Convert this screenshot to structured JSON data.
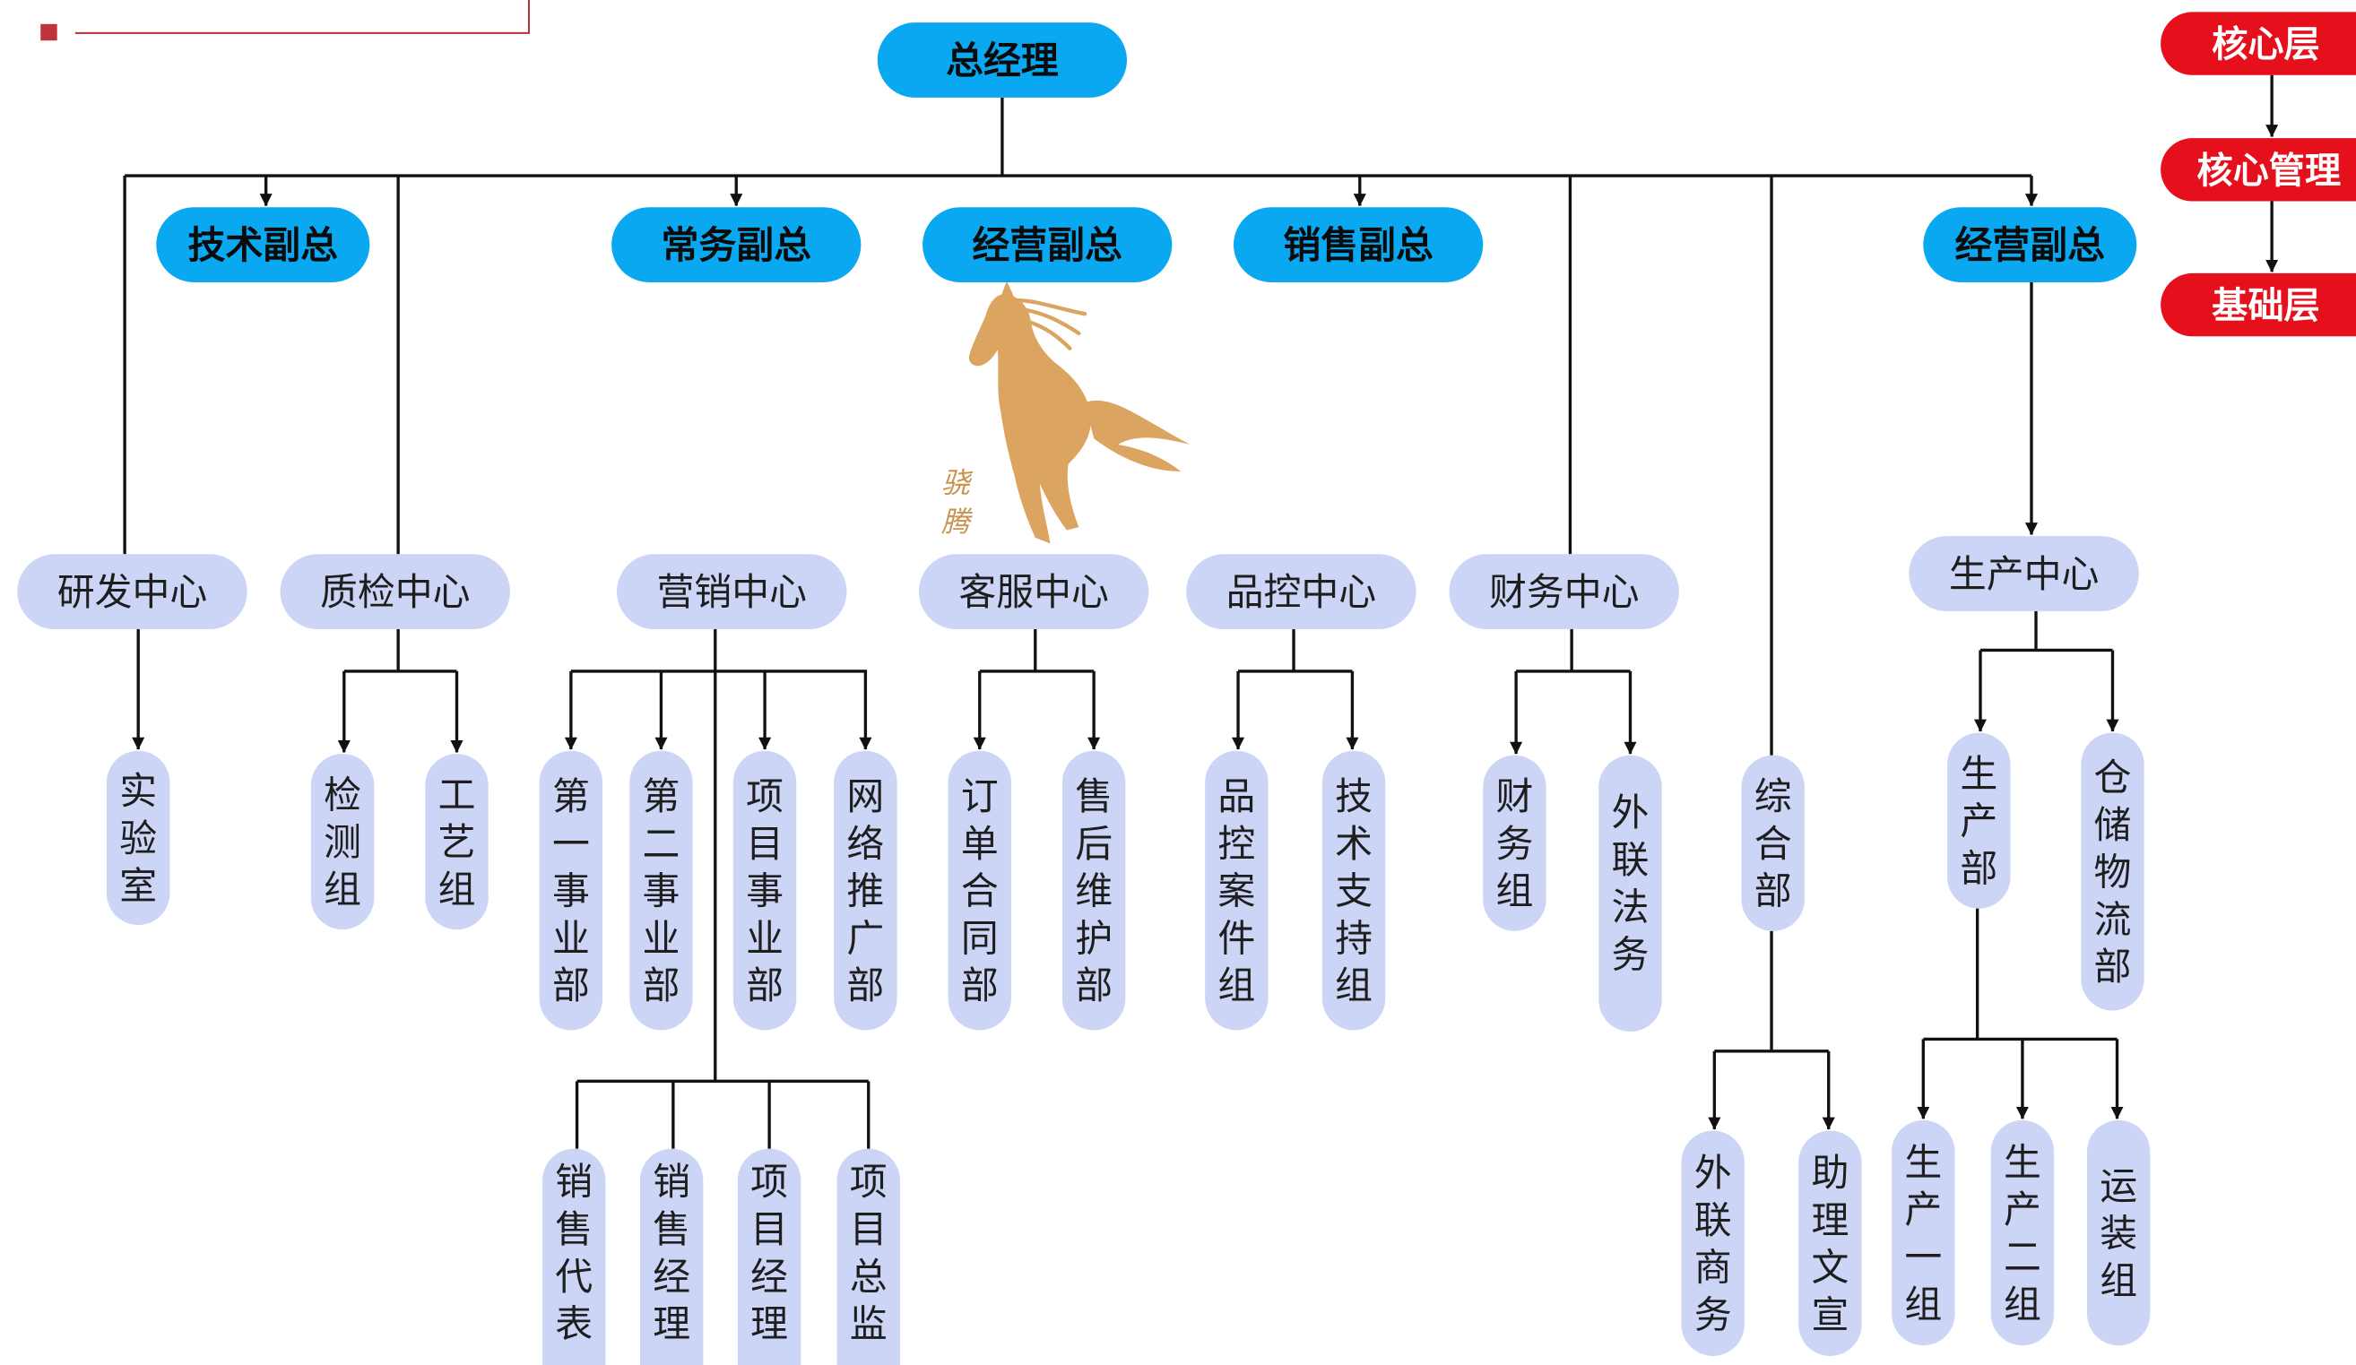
{
  "nodes": {
    "ceo": "总经理",
    "vp_tech": "技术副总",
    "vp_admin": "常务副总",
    "vp_biz_center": "经营副总",
    "vp_sales": "销售副总",
    "vp_biz_right": "经营副总",
    "rd_center": "研发中心",
    "qc_center": "质检中心",
    "marketing_center": "营销中心",
    "service_center": "客服中心",
    "quality_center": "品控中心",
    "finance_center": "财务中心",
    "production_center": "生产中心",
    "lab": "实验室",
    "inspection_group": "检测组",
    "process_group": "工艺组",
    "division_1": "第一事业部",
    "division_2": "第二事业部",
    "project_division": "项目事业部",
    "online_promo": "网络推广部",
    "orders_contracts": "订单合同部",
    "after_sales": "售后维护部",
    "qc_cases": "品控案件组",
    "tech_support": "技术支持组",
    "finance_group": "财务组",
    "external_legal": "外联法务",
    "general_affairs": "综合部",
    "production_dept": "生产部",
    "warehouse_logistics": "仓储物流部",
    "sales_rep": "销售代表",
    "sales_manager": "销售经理",
    "project_manager": "项目经理",
    "project_director": "项目总监",
    "external_business": "外联商务",
    "assistant_publicity": "助理文宣",
    "production_team_1": "生产一组",
    "production_team_2": "生产二组",
    "transport_team": "运装组"
  },
  "legend": {
    "core": "核心层",
    "core_management": "核心管理",
    "base": "基础层"
  },
  "watermark": {
    "icon": "horse-icon",
    "signature": "骁腾"
  },
  "icons": [
    "bullet-square-icon",
    "horse-icon",
    "arrowhead-icon"
  ],
  "colors": {
    "executive": "#0aa8f0",
    "department": "#ccd5f6",
    "legend": "#e60f1c",
    "connector": "#111111",
    "watermark": "#dba561",
    "accent": "#b8323c"
  }
}
